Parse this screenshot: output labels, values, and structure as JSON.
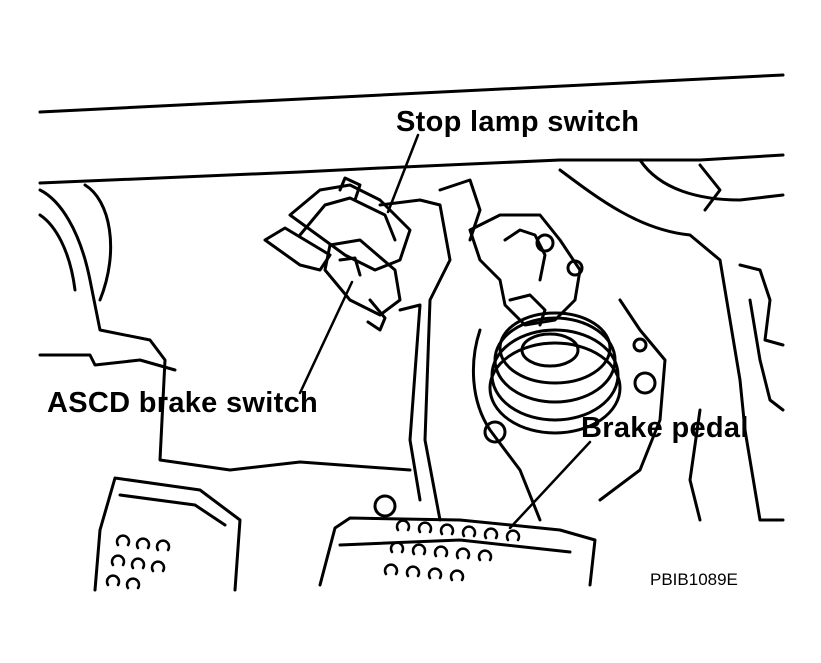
{
  "labels": {
    "stop_lamp_switch": "Stop lamp switch",
    "ascd_brake_switch": "ASCD brake switch",
    "brake_pedal": "Brake pedal"
  },
  "figure_code": "PBIB1089E",
  "colors": {
    "line": "#000000",
    "background": "#ffffff"
  }
}
